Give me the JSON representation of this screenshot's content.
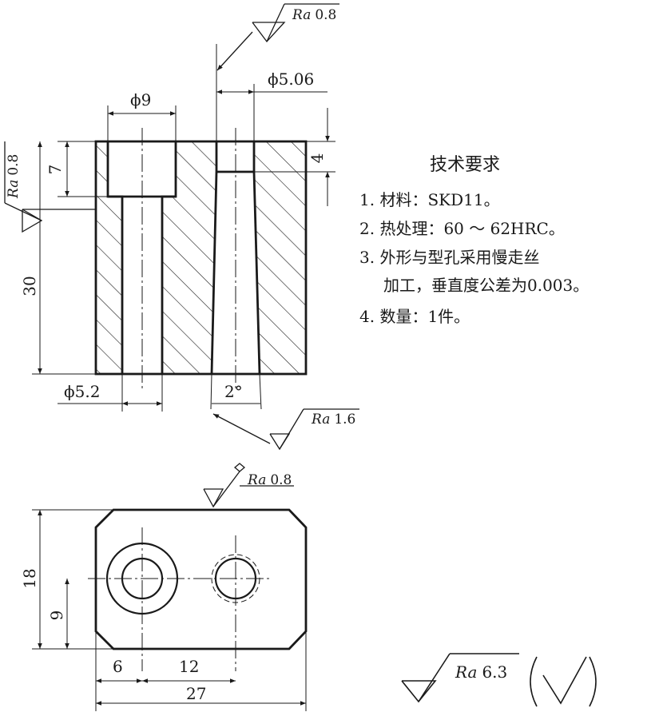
{
  "dimensions": {
    "phi9": "ϕ9",
    "phi5_06": "ϕ5.06",
    "phi5_2": "ϕ5.2",
    "d7": "7",
    "d4": "4",
    "d30": "30",
    "angle2": "2°",
    "d18": "18",
    "d9": "9",
    "d6": "6",
    "d12": "12",
    "d27": "27"
  },
  "roughness": {
    "ra_symbol": "Ra",
    "top_right": "0.8",
    "left_side": "0.8",
    "bore_taper": "1.6",
    "plan_top": "0.8",
    "general": "6.3"
  },
  "tech_requirements": {
    "title": "技术要求",
    "items": [
      "1. 材料：SKD11。",
      "2. 热处理：60 ～ 62HRC。",
      "3. 外形与型孔采用慢走丝",
      "加工，垂直度公差为0.003。",
      "4. 数量：1件。"
    ]
  }
}
